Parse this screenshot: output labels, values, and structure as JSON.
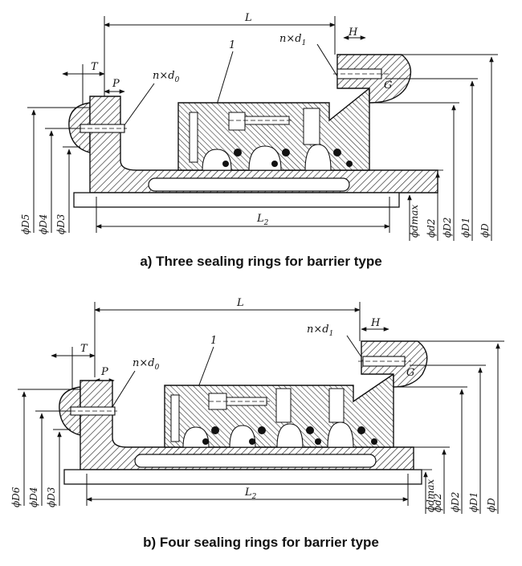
{
  "figures": [
    {
      "id": "a",
      "caption": "a) Three sealing rings for barrier type",
      "labels": {
        "L": "L",
        "L2": "L",
        "L2_sub": "2",
        "T": "T",
        "P": "P",
        "H": "H",
        "G": "G",
        "part": "1",
        "bolt0": "n×d",
        "bolt0_sub": "0",
        "bolt1": "n×d",
        "bolt1_sub": "1"
      },
      "left_dims": [
        "D5",
        "D4",
        "D3"
      ],
      "right_dims": [
        "dmax",
        "d2",
        "D2",
        "D1",
        "D"
      ]
    },
    {
      "id": "b",
      "caption": "b) Four sealing rings for barrier type",
      "labels": {
        "L": "L",
        "L2": "L",
        "L2_sub": "2",
        "T": "T",
        "P": "P",
        "H": "H",
        "G": "G",
        "part": "1",
        "bolt0": "n×d",
        "bolt0_sub": "0",
        "bolt1": "n×d",
        "bolt1_sub": "1"
      },
      "left_dims": [
        "D6",
        "D4",
        "D3"
      ],
      "right_dims": [
        "dmax",
        "d2",
        "D2",
        "D1",
        "D"
      ]
    }
  ],
  "colors": {
    "line": "#111111",
    "hatch": "#222222",
    "background": "#ffffff"
  }
}
